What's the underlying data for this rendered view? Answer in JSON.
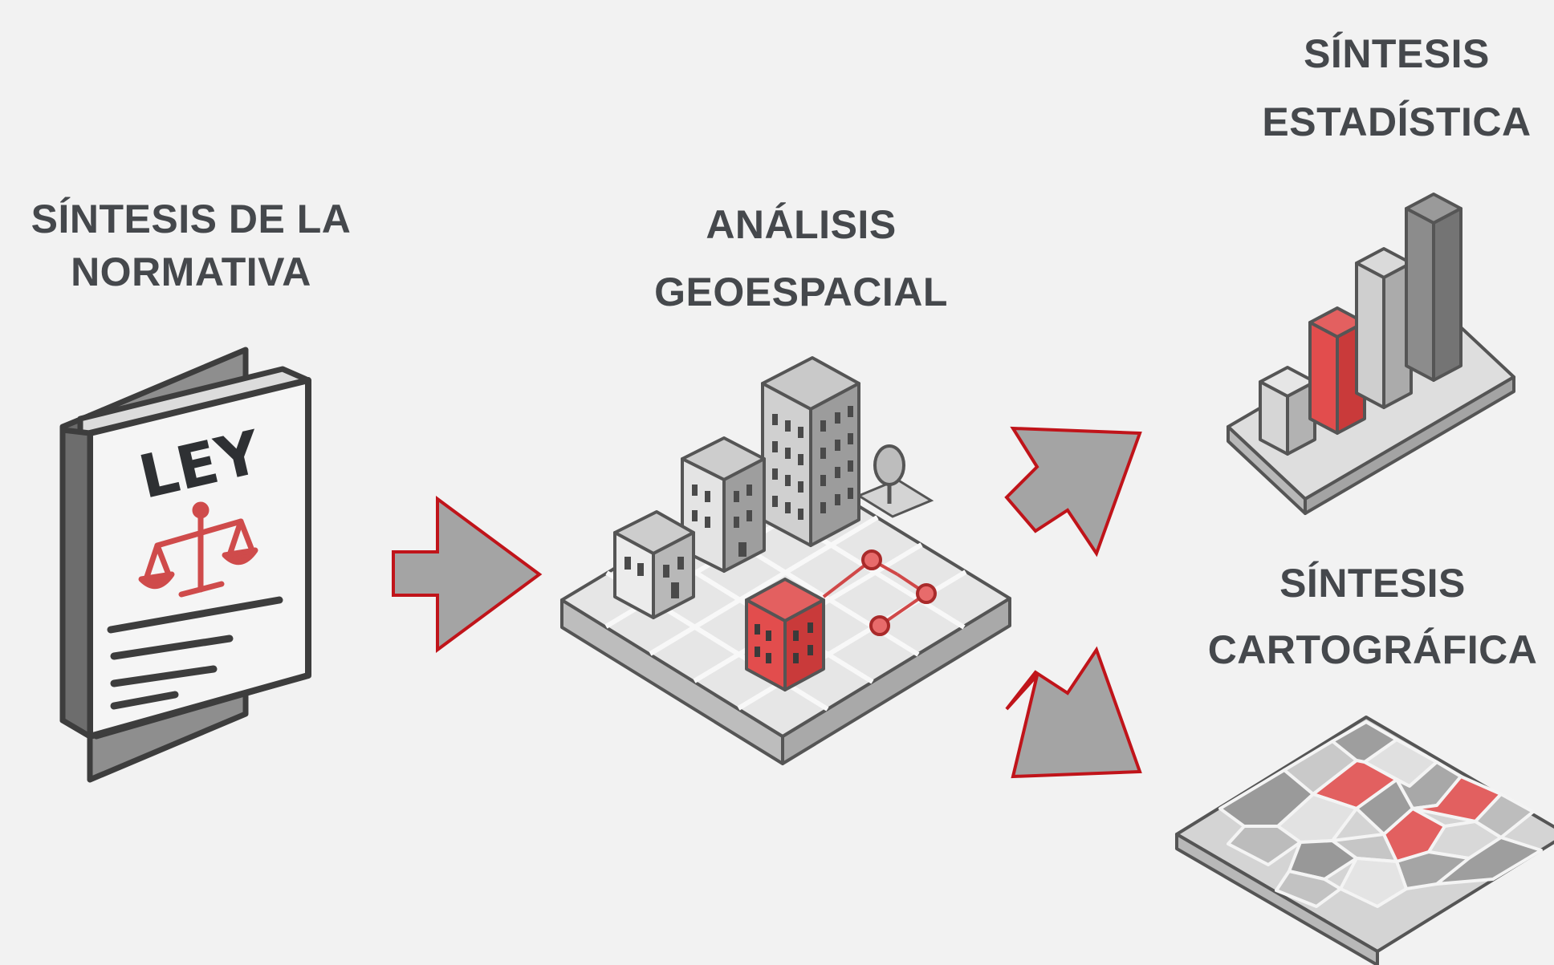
{
  "labels": {
    "normativa": [
      "SÍNTESIS DE LA",
      "NORMATIVA"
    ],
    "geoespacial": [
      "ANÁLISIS",
      "GEOESPACIAL"
    ],
    "estadistica": [
      "SÍNTESIS",
      "ESTADÍSTICA"
    ],
    "cartografica": [
      "SÍNTESIS",
      "CARTOGRÁFICA"
    ]
  },
  "book": {
    "title": "LEY",
    "icon": "scales-of-justice-icon"
  },
  "colors": {
    "accent": "#cf4b4b",
    "arrow_fill": "#a4a4a4",
    "arrow_stroke": "#c0141a",
    "outline": "#555555",
    "background": "#f2f2f2"
  }
}
